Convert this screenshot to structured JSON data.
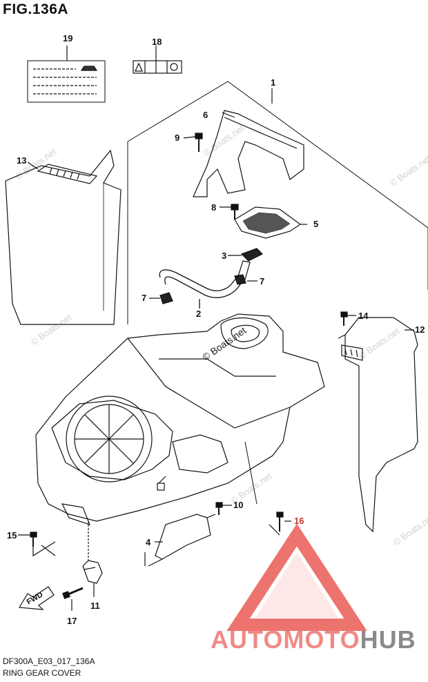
{
  "figure": {
    "title": "FIG.136A",
    "code": "DF300A_E03_017_136A",
    "caption": "RING GEAR COVER"
  },
  "callouts": [
    "19",
    "18",
    "1",
    "6",
    "9",
    "13",
    "8",
    "5",
    "3",
    "7",
    "7",
    "2",
    "14",
    "12",
    "10",
    "16",
    "15",
    "4",
    "11",
    "17"
  ],
  "fwd_label": "FWD",
  "watermark": "© Boats.net",
  "logo": {
    "part_a": "AUTOMOTO",
    "part_b": "HUB",
    "accent": "#e8504a",
    "gray": "#8a8a8a"
  }
}
